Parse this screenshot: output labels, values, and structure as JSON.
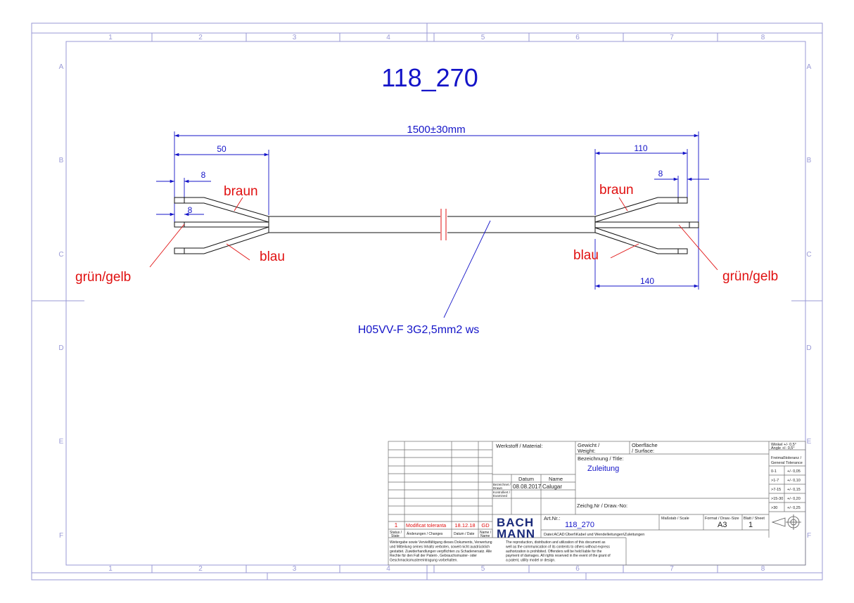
{
  "drawing": {
    "title": "118_270",
    "overall_length": "1500±30mm",
    "dim_left_strip": "50",
    "dim_left_tip_top": "8",
    "dim_left_tip_mid": "8",
    "dim_right_strip": "110",
    "dim_right_tip": "8",
    "dim_right_long": "140",
    "cable_spec": "H05VV-F 3G2,5mm2 ws",
    "wire_labels": {
      "braun": "braun",
      "blau": "blau",
      "gruen_gelb": "grün/gelb"
    }
  },
  "frame": {
    "cols": [
      "1",
      "2",
      "3",
      "4",
      "5",
      "6",
      "7",
      "8"
    ],
    "rows": [
      "A",
      "B",
      "C",
      "D",
      "E",
      "F"
    ]
  },
  "title_block": {
    "material_label": "Werkstoff / Material:",
    "weight_label_1": "Gewicht /",
    "weight_label_2": "Weight:",
    "surface_label_1": "Oberfläche",
    "surface_label_2": "/ Surface:",
    "title_label": "Bezeichnung / Title:",
    "title_value": "Zuleitung",
    "date_header": "Datum",
    "name_header": "Name",
    "drawn_label_1": "Bezeichnet /",
    "drawn_label_2": "Drawn",
    "drawn_date": "08.08.2017",
    "drawn_name": "Calugar",
    "checked_label_1": "Kontrolliert /",
    "checked_label_2": "Examined",
    "drawing_no_label": "Zeichg.Nr / Draw.-No:",
    "art_no_label": "Art.Nr.:",
    "art_no_value": "118_270",
    "scale_label": "Maßstab / Scale",
    "format_label": "Format / Draw.-Size",
    "format_value": "A3",
    "sheet_label": "Blatt / Sheet",
    "sheet_value": "1",
    "file_text": "Datei:ACAD:Überl\\Kabel und Wendelleitungen\\Zuleitungen",
    "rev_status": "1",
    "rev_change": "Modificat toleranta",
    "rev_date": "18.12.18",
    "rev_name": "GD",
    "status_header_1": "Status /",
    "status_header_2": "State",
    "changes_header": "Änderungen / Changes",
    "date_col_header": "Datum / Date",
    "name_col_header_1": "Name /",
    "name_col_header_2": "Name",
    "logo_line_1": "BACH",
    "logo_line_2": "MANN",
    "notice_de": [
      "Weitergabe sowie Vervielfältigung dieses Dokuments, Verwertung",
      "und Mitteilung seines Inhalts verboten, soweit nicht ausdrücklich",
      "gestattet. Zuwiderhandlungen verpflichten zu Schadenersatz. Alle",
      "Rechte für den Fall der Patent-, Gebrauchsmuster- oder",
      "Geschmacksmustereintragung vorbehalten."
    ],
    "notice_en": [
      "The reproduction, distribution and utilization of this document as",
      "well as the communication of its contents to others without express",
      "authorization is prohibited. Offenders will be held liable for the",
      "payment of damages. All rights reserved in the event of the grant of",
      "a patent, utility model or design."
    ],
    "tol_header_1": "Winkel +/- 0,5°",
    "tol_header_2": "Angle +/- 0,5°",
    "tol_general_1": "Freimaßtoleranz /",
    "tol_general_2": "General Tolerance",
    "tolerances": [
      {
        "range": "0-1",
        "value": "+/- 0,05"
      },
      {
        "range": ">1-7",
        "value": "+/- 0,10"
      },
      {
        "range": ">7-15",
        "value": "+/- 0,15"
      },
      {
        "range": ">15-30",
        "value": "+/- 0,20"
      },
      {
        "range": ">30",
        "value": "+/- 0,25"
      }
    ]
  },
  "colors": {
    "frame": "#9999d6",
    "dimension": "#1414c8",
    "label_red": "#e01010",
    "outline": "#111111"
  }
}
